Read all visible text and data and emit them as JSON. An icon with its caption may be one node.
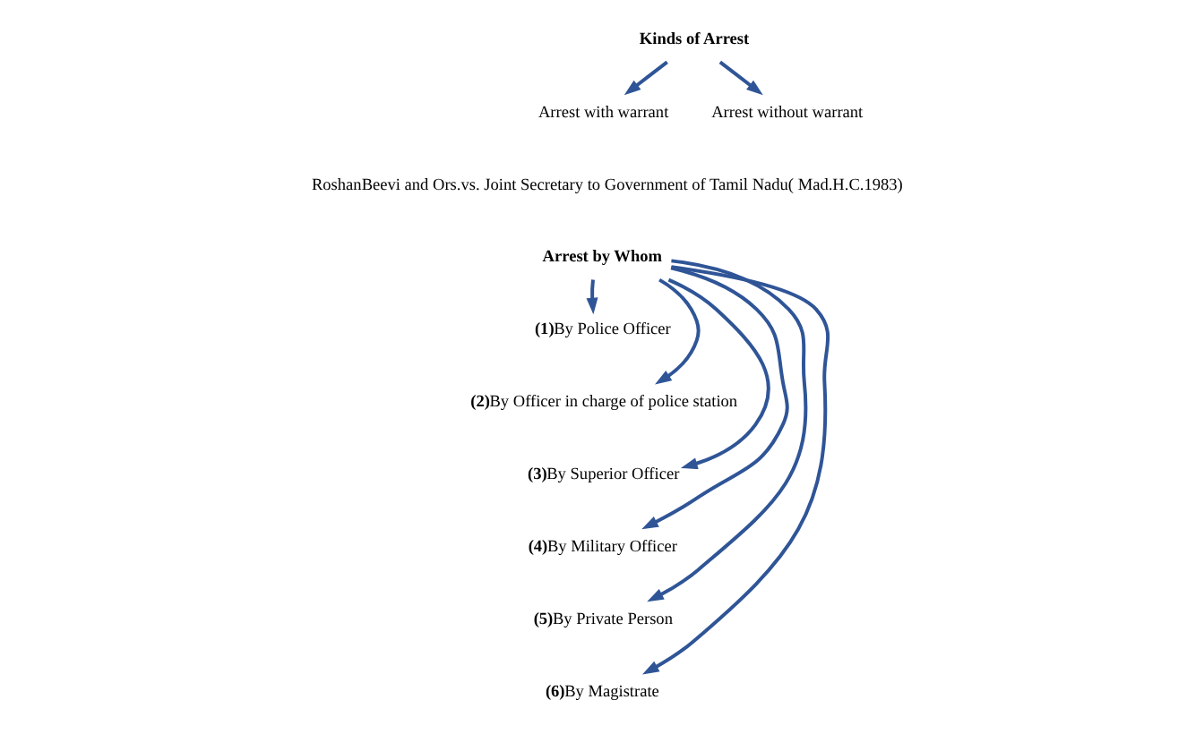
{
  "diagram": {
    "nodes": [
      {
        "text": [
          "Kinds of Arrest"
        ]
      },
      {
        "text": [
          "Arrest with warrant"
        ]
      },
      {
        "text": [
          "Arrest without warrant"
        ]
      },
      {
        "text": [
          "Arrest by Whom"
        ]
      },
      {
        "text": [
          "**(1)**By Police Officer"
        ]
      },
      {
        "text": [
          "**(2)**By Officer in charge of police station"
        ]
      },
      {
        "text": [
          "**(3)**By Superior Officer"
        ]
      },
      {
        "text": [
          "**(4)**By Military Officer"
        ]
      },
      {
        "text": [
          "**(5)**By Private Person"
        ]
      },
      {
        "text": [
          "**(6)**By Magistrate"
        ]
      }
    ],
    "edges": [
      {
        "from": 0,
        "to": 1,
        "arrow": "to"
      },
      {
        "from": 0,
        "to": 2,
        "arrow": "to"
      },
      {
        "from": 3,
        "to": 4,
        "arrow": "to"
      },
      {
        "from": 3,
        "to": 5,
        "arrow": "to"
      },
      {
        "from": 3,
        "to": 6,
        "arrow": "to"
      },
      {
        "from": 3,
        "to": 7,
        "arrow": "to"
      },
      {
        "from": 3,
        "to": 8,
        "arrow": "to"
      },
      {
        "from": 3,
        "to": 9,
        "arrow": "to"
      }
    ],
    "labels": [
      "RoshanBeevi and Ors.vs. Joint Secretary to Government of Tamil Nadu( Mad.H.C.1983)"
    ]
  }
}
